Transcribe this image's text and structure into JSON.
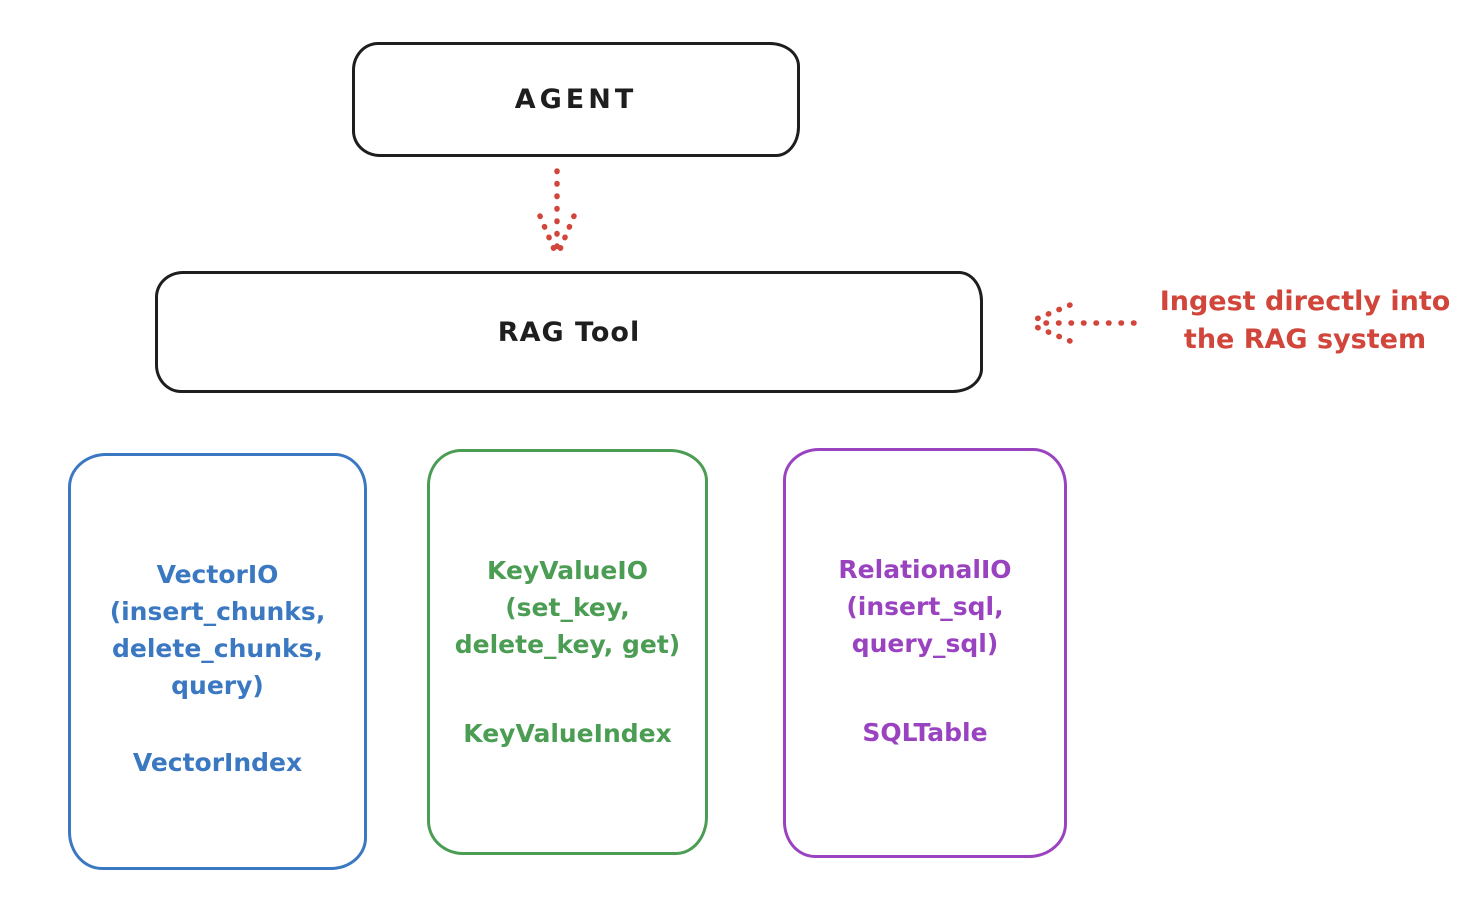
{
  "colors": {
    "stroke_black": "#1e1e1e",
    "red": "#d1453b",
    "blue": "#3b78c2",
    "green": "#4a9d53",
    "purple": "#9a43c0"
  },
  "agent_box": {
    "label": "AGENT"
  },
  "rag_tool_box": {
    "label": "RAG Tool"
  },
  "ingest_annotation": {
    "line1": "Ingest directly into",
    "line2": "the RAG system"
  },
  "io_boxes": [
    {
      "id": "vector-io",
      "color": "#3b78c2",
      "title": "VectorIO",
      "params": [
        "(insert_chunks,",
        "delete_chunks,",
        "query)"
      ],
      "index_label": "VectorIndex"
    },
    {
      "id": "keyvalue-io",
      "color": "#4a9d53",
      "title": "KeyValueIO",
      "params": [
        "(set_key,",
        "delete_key, get)"
      ],
      "index_label": "KeyValueIndex"
    },
    {
      "id": "relational-io",
      "color": "#9a43c0",
      "title": "RelationalIO",
      "params": [
        "(insert_sql,",
        "query_sql)"
      ],
      "index_label": "SQLTable"
    }
  ]
}
